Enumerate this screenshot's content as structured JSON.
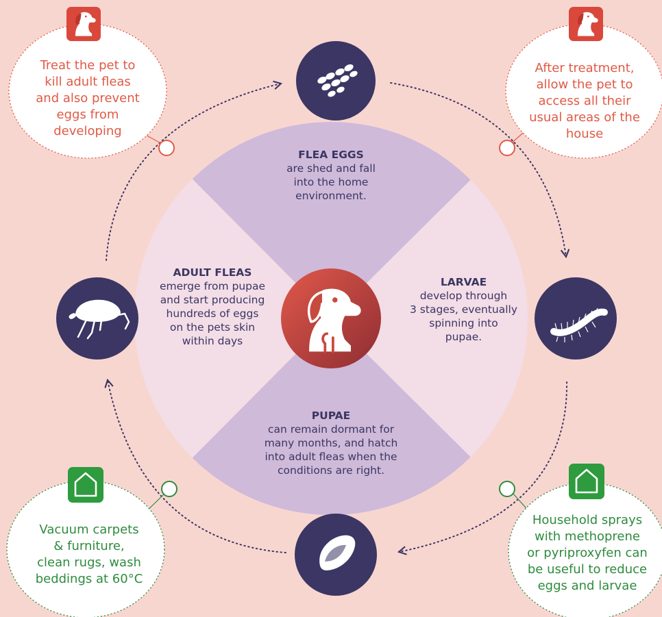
{
  "colors": {
    "background": "#f8d6d0",
    "quadrant_light": "#f3dde7",
    "quadrant_dark": "#cfbad9",
    "stage_circle": "#3b3663",
    "center_circle": "#c9463b",
    "tip_red": "#e05a45",
    "tip_green": "#2e8b3e",
    "bubble_fill": "#ffffff"
  },
  "icons": {
    "center": "dog-icon",
    "eggs": "flea-eggs-icon",
    "larvae": "larva-icon",
    "pupae": "pupa-icon",
    "adult": "adult-flea-icon",
    "pet_treatment": "dog-icon",
    "home_treatment": "house-icon"
  },
  "stages": {
    "eggs": {
      "title": "FLEA EGGS",
      "lines": [
        "are shed and fall",
        "into the home",
        "environment."
      ]
    },
    "larvae": {
      "title": "LARVAE",
      "lines": [
        "develop through",
        "3 stages, eventually",
        "spinning into",
        "pupae."
      ]
    },
    "pupae": {
      "title": "PUPAE",
      "lines": [
        "can remain dormant for",
        "many months, and hatch",
        "into adult fleas when the",
        "conditions are right."
      ]
    },
    "adult": {
      "title": "ADULT FLEAS",
      "lines": [
        "emerge from pupae",
        "and start producing",
        "hundreds of eggs",
        "on the pets skin",
        "within days"
      ]
    }
  },
  "tips": {
    "top_left": {
      "lines": [
        "Treat the pet to",
        "kill adult fleas",
        "and also prevent",
        "eggs from",
        "developing"
      ]
    },
    "top_right": {
      "lines": [
        "After treatment,",
        "allow the pet to",
        "access all their",
        "usual areas of the",
        "house"
      ]
    },
    "bottom_left": {
      "lines": [
        "Vacuum carpets",
        "& furniture,",
        "clean rugs, wash",
        "beddings at 60°C"
      ]
    },
    "bottom_right": {
      "lines": [
        "Household sprays",
        "with methoprene",
        "or pyriproxyfen can",
        "be useful to reduce",
        "eggs and larvae"
      ]
    }
  }
}
